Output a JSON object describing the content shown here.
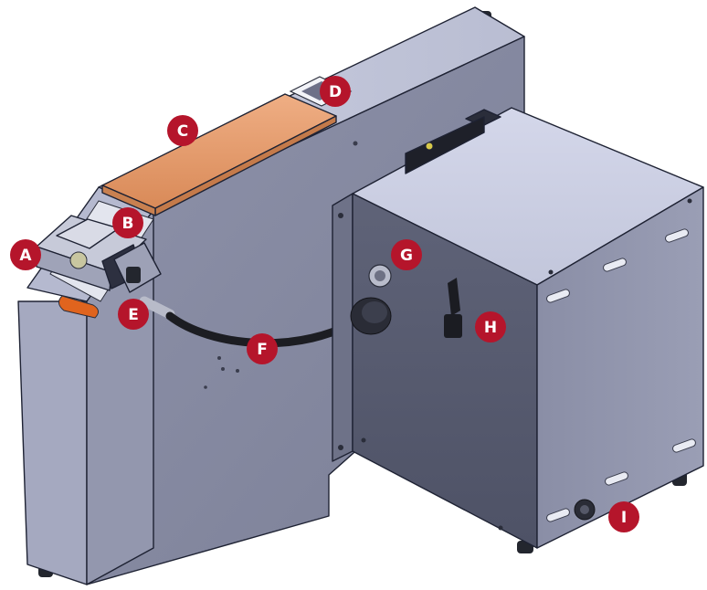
{
  "colors": {
    "accent": "#b5152b",
    "panel_light": "#cfd3e6",
    "panel_mid": "#8f93ab",
    "panel_dark": "#575b70",
    "copper": "#e49a6b",
    "orange_part": "#e0641e"
  },
  "callouts": [
    {
      "id": "A",
      "label": "A"
    },
    {
      "id": "B",
      "label": "B"
    },
    {
      "id": "C",
      "label": "C"
    },
    {
      "id": "D",
      "label": "D"
    },
    {
      "id": "E",
      "label": "E"
    },
    {
      "id": "F",
      "label": "F"
    },
    {
      "id": "G",
      "label": "G"
    },
    {
      "id": "H",
      "label": "H"
    },
    {
      "id": "I",
      "label": "I"
    }
  ]
}
